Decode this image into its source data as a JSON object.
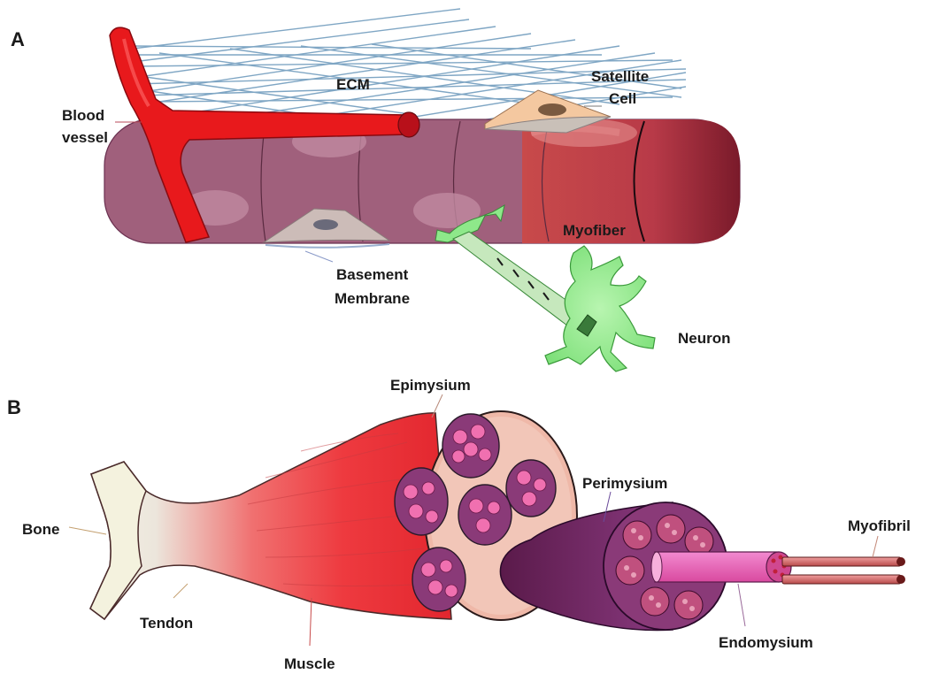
{
  "panels": {
    "a": "A",
    "b": "B"
  },
  "labels_a": {
    "ecm": "ECM",
    "satellite_line1": "Satellite",
    "satellite_line2": "Cell",
    "blood_line1": "Blood",
    "blood_line2": "vessel",
    "basement_line1": "Basement",
    "basement_line2": "Membrane",
    "myofiber": "Myofiber",
    "neuron": "Neuron"
  },
  "labels_b": {
    "epimysium": "Epimysium",
    "perimysium": "Perimysium",
    "bone": "Bone",
    "tendon": "Tendon",
    "muscle": "Muscle",
    "endomysium": "Endomysium",
    "myofibril": "Myofibril"
  },
  "colors": {
    "myofiber_body": "#a0607c",
    "blood_vessel": "#e8191c",
    "neuron": "#8ee88a",
    "muscle_red": "#ec4a4f",
    "fascicle": "#8a3a78",
    "bone": "#f4f2de",
    "myofibril": "#d86a6a"
  }
}
